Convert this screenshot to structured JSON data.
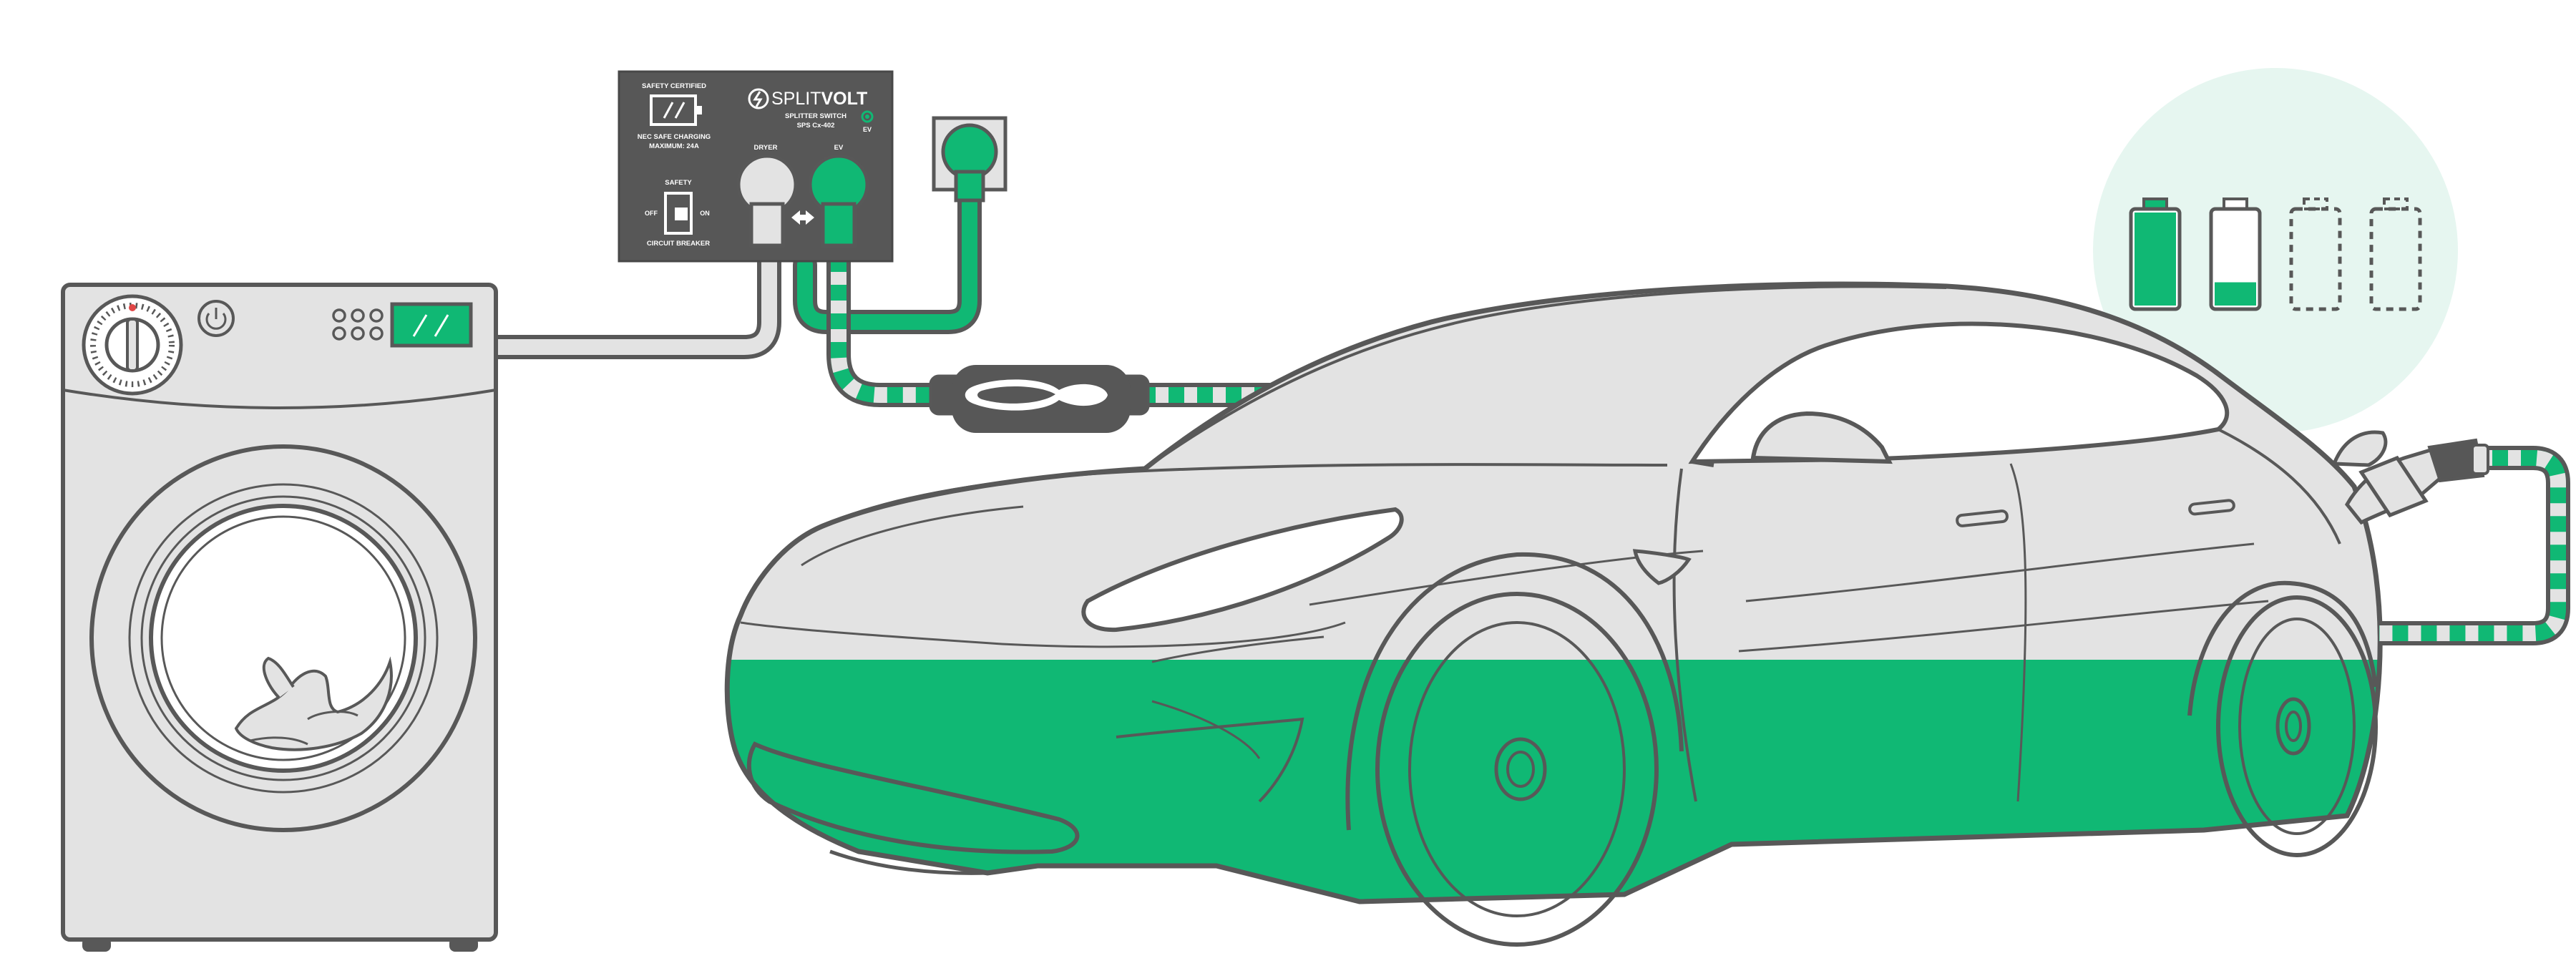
{
  "switch_box": {
    "safety_certified": "SAFETY CERTIFIED",
    "brand_light": "SPLIT",
    "brand_bold": "VOLT",
    "product_name": "SPLITTER SWITCH",
    "model": "SPS Cx-402",
    "ev_indicator": "EV",
    "nec_line1": "NEC SAFE CHARGING",
    "nec_line2": "MAXIMUM: 24A",
    "outlet_dryer": "DRYER",
    "outlet_ev": "EV",
    "safety": "SAFETY",
    "off": "OFF",
    "on": "ON",
    "circuit_breaker": "CIRCUIT BREAKER"
  },
  "colors": {
    "green": "#10b874",
    "dark_gray": "#575757",
    "light_gray": "#e3e3e3",
    "outline": "#585858",
    "bubble": "#e6f6f0"
  },
  "battery_levels": [
    1.0,
    0.25,
    0,
    0
  ],
  "car_charge_level": 0.42
}
